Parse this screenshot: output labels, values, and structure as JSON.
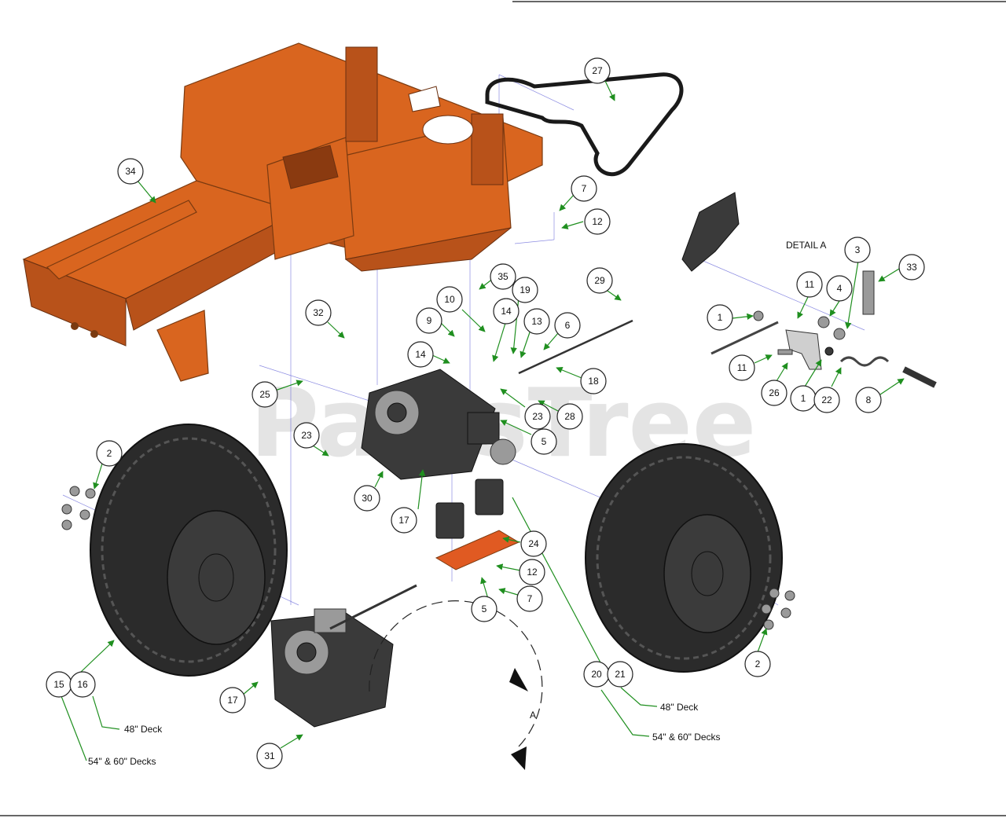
{
  "watermark": "PartsTree",
  "watermark_tm": "TM",
  "detail_title": "DETAIL A",
  "detail_marker": "A",
  "notes": {
    "left_48": "48\" Deck",
    "left_54_60": "54\" & 60\" Decks",
    "right_48": "48\" Deck",
    "right_54_60": "54\" & 60\" Decks"
  },
  "callouts": [
    {
      "id": "c27",
      "label": "27"
    },
    {
      "id": "c34",
      "label": "34"
    },
    {
      "id": "c7a",
      "label": "7"
    },
    {
      "id": "c12a",
      "label": "12"
    },
    {
      "id": "c35",
      "label": "35"
    },
    {
      "id": "c10",
      "label": "10"
    },
    {
      "id": "c19",
      "label": "19"
    },
    {
      "id": "c29",
      "label": "29"
    },
    {
      "id": "c9",
      "label": "9"
    },
    {
      "id": "c14a",
      "label": "14"
    },
    {
      "id": "c13",
      "label": "13"
    },
    {
      "id": "c6",
      "label": "6"
    },
    {
      "id": "c14b",
      "label": "14"
    },
    {
      "id": "c32",
      "label": "32"
    },
    {
      "id": "c18",
      "label": "18"
    },
    {
      "id": "c25",
      "label": "25"
    },
    {
      "id": "c23a",
      "label": "23"
    },
    {
      "id": "c28",
      "label": "28"
    },
    {
      "id": "c5a",
      "label": "5"
    },
    {
      "id": "c23b",
      "label": "23"
    },
    {
      "id": "c2a",
      "label": "2"
    },
    {
      "id": "c30",
      "label": "30"
    },
    {
      "id": "c17a",
      "label": "17"
    },
    {
      "id": "c24",
      "label": "24"
    },
    {
      "id": "c12b",
      "label": "12"
    },
    {
      "id": "c5b",
      "label": "5"
    },
    {
      "id": "c7b",
      "label": "7"
    },
    {
      "id": "c2b",
      "label": "2"
    },
    {
      "id": "c20",
      "label": "20"
    },
    {
      "id": "c21",
      "label": "21"
    },
    {
      "id": "c15",
      "label": "15"
    },
    {
      "id": "c16",
      "label": "16"
    },
    {
      "id": "c17b",
      "label": "17"
    },
    {
      "id": "c31",
      "label": "31"
    },
    {
      "id": "c3",
      "label": "3"
    },
    {
      "id": "c33",
      "label": "33"
    },
    {
      "id": "c11a",
      "label": "11"
    },
    {
      "id": "c4",
      "label": "4"
    },
    {
      "id": "c1a",
      "label": "1"
    },
    {
      "id": "c11b",
      "label": "11"
    },
    {
      "id": "c26",
      "label": "26"
    },
    {
      "id": "c1b",
      "label": "1"
    },
    {
      "id": "c22",
      "label": "22"
    },
    {
      "id": "c8",
      "label": "8"
    }
  ]
}
